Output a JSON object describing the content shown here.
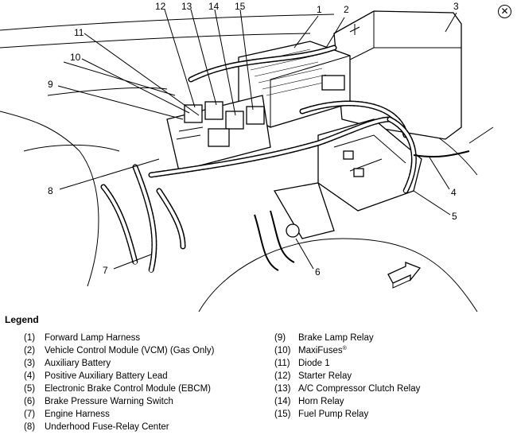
{
  "callouts": {
    "c1": "1",
    "c2": "2",
    "c3": "3",
    "c4": "4",
    "c5": "5",
    "c6": "6",
    "c7": "7",
    "c8": "8",
    "c9": "9",
    "c10": "10",
    "c11": "11",
    "c12": "12",
    "c13": "13",
    "c14": "14",
    "c15": "15"
  },
  "close_icon": "close-icon",
  "close_glyph": "✕",
  "legend": {
    "title": "Legend",
    "left": [
      {
        "num": "(1)",
        "text": "Forward Lamp Harness"
      },
      {
        "num": "(2)",
        "text": "Vehicle Control Module (VCM) (Gas Only)"
      },
      {
        "num": "(3)",
        "text": "Auxiliary Battery"
      },
      {
        "num": "(4)",
        "text": "Positive Auxiliary Battery Lead"
      },
      {
        "num": "(5)",
        "text": "Electronic Brake Control Module (EBCM)"
      },
      {
        "num": "(6)",
        "text": "Brake Pressure Warning Switch"
      },
      {
        "num": "(7)",
        "text": "Engine Harness"
      },
      {
        "num": "(8)",
        "text": "Underhood Fuse-Relay Center"
      }
    ],
    "right": [
      {
        "num": "(9)",
        "text": "Brake Lamp Relay"
      },
      {
        "num": "(10)",
        "text": "MaxiFuses",
        "sup": "®"
      },
      {
        "num": "(11)",
        "text": "Diode 1"
      },
      {
        "num": "(12)",
        "text": "Starter Relay"
      },
      {
        "num": "(13)",
        "text": "A/C Compressor Clutch Relay"
      },
      {
        "num": "(14)",
        "text": "Horn Relay"
      },
      {
        "num": "(15)",
        "text": "Fuel Pump Relay"
      }
    ]
  }
}
